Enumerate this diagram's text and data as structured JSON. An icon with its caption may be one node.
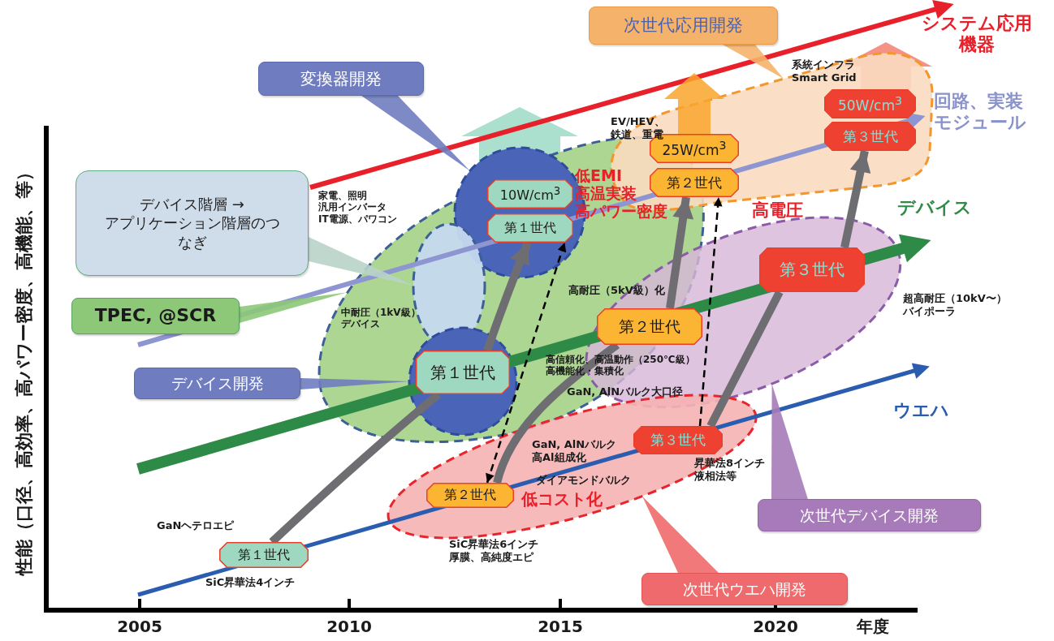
{
  "diagram": {
    "nodes": [
      {
        "text": [
          "変換器開発"
        ]
      },
      {
        "text": [
          "次世代応用開発"
        ]
      },
      {
        "text": [
          "デバイス階層 → アプリケーション階層のつなぎ"
        ]
      },
      {
        "text": [
          "TPEC, @SCR"
        ]
      },
      {
        "text": [
          "デバイス開発"
        ]
      },
      {
        "text": [
          "次世代デバイス開発"
        ]
      },
      {
        "text": [
          "次世代ウエハ開発"
        ]
      },
      {
        "text": [],
        "shape": "ellipse"
      },
      {
        "text": [],
        "shape": "circle",
        "in": 7
      },
      {
        "text": [],
        "shape": "ellipse",
        "in": 7
      },
      {
        "text": [],
        "shape": "circle",
        "in": 7
      },
      {
        "text": [],
        "shape": "ellipse"
      },
      {
        "text": [],
        "shape": "ellipse"
      },
      {
        "text": [],
        "shape": "ellipse"
      },
      {
        "text": [
          "10W/cm$^{3}$"
        ],
        "in": 8
      },
      {
        "text": [
          "第１世代"
        ],
        "in": 8
      },
      {
        "text": [
          "25W/cm$^{3}$"
        ],
        "in": 11
      },
      {
        "text": [
          "第２世代"
        ],
        "in": 11
      },
      {
        "text": [
          "50W/cm$^{3}$"
        ],
        "in": 11
      },
      {
        "text": [
          "第３世代"
        ],
        "in": 11
      },
      {
        "text": [
          "第１世代"
        ],
        "in": 10
      },
      {
        "text": [
          "第２世代"
        ]
      },
      {
        "text": [
          "第３世代"
        ],
        "in": 12
      },
      {
        "text": [
          "第１世代"
        ]
      },
      {
        "text": [
          "第２世代"
        ],
        "in": 13
      },
      {
        "text": [
          "第３世代"
        ],
        "in": 13
      }
    ],
    "edges": [
      {
        "from": 0,
        "to": 8,
        "arrow": "none",
        "color": "#6f7dc0"
      },
      {
        "from": 1,
        "to": 11,
        "arrow": "none",
        "color": "#f5b26b"
      },
      {
        "from": 2,
        "to": 9,
        "arrow": "none",
        "color": "#b9d3c9"
      },
      {
        "from": 3,
        "to": 7,
        "arrow": "none",
        "color": "#8dc878"
      },
      {
        "from": 4,
        "to": 10,
        "arrow": "none",
        "color": "#6f7dc0"
      },
      {
        "from": 5,
        "to": 12,
        "arrow": "none",
        "color": "#a77bb9"
      },
      {
        "from": 6,
        "to": 13,
        "arrow": "none",
        "color": "#ef6a6c"
      },
      {
        "from": 23,
        "to": 20,
        "arrow": "none",
        "color": "#6e6e72"
      },
      {
        "from": 20,
        "to": 15,
        "arrow": "to",
        "color": "#6e6e72"
      },
      {
        "from": 24,
        "to": 21,
        "arrow": "none",
        "color": "#6e6e72"
      },
      {
        "from": 21,
        "to": 17,
        "arrow": "to",
        "color": "#6e6e72"
      },
      {
        "from": 25,
        "to": 22,
        "arrow": "none",
        "color": "#6e6e72"
      },
      {
        "from": 22,
        "to": 19,
        "arrow": "to",
        "color": "#6e6e72"
      },
      {
        "from": 24,
        "to": 15,
        "arrow": "both",
        "style": "dashed",
        "color": "#000000"
      },
      {
        "from": 25,
        "to": 17,
        "arrow": "to",
        "style": "dashed",
        "color": "#000000"
      },
      {
        "from": 16,
        "to": null,
        "arrow": "to",
        "color": "#f9a62c"
      }
    ],
    "labels": [
      "システム応用機器",
      "系統インフラ Smart Grid",
      "回路、実装モジュール",
      "EV/HEV、鉄道、重電",
      "低EMI高温実装高パワー密度",
      "家電、照明汎用インバータIT電源、パワコン",
      "高電圧",
      "デバイス",
      "高耐圧（5kV級）化",
      "超高耐圧（10kV〜）バイポーラ",
      "中耐圧（1kV級）デバイス",
      "高信頼化、高温動作（250℃級）高機能化・集積化",
      "GaN, AlNバルク大口径",
      "ウエハ",
      "GaN, AlNバルク高Al組成化",
      "昇華法8インチ液相法等",
      "ダイアモンドバルク",
      "低コスト化",
      "GaNヘテロエピ",
      "SiC昇華法6インチ厚膜、高純度エピ",
      "SiC昇華法4インチ",
      "性能（口径、高効率、高パワー密度、高機能、等）",
      "2005",
      "2010",
      "2015",
      "2020",
      "年度"
    ]
  }
}
